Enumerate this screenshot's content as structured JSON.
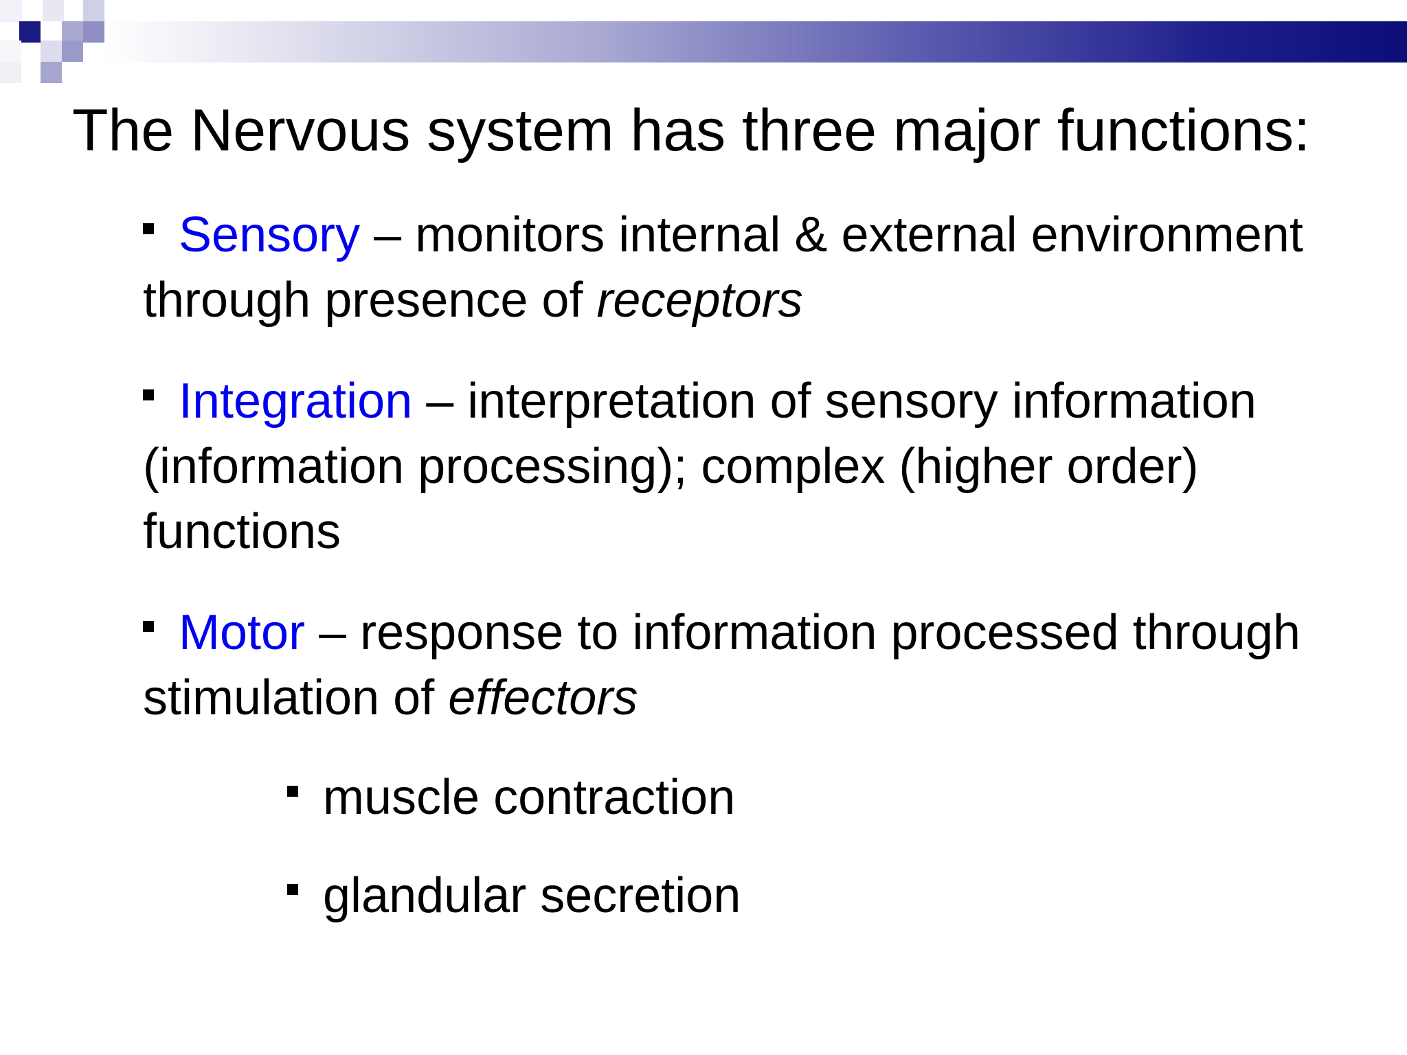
{
  "title": "The Nervous system has three major functions:",
  "bullets": [
    {
      "term": "Sensory",
      "text": " – monitors internal & external environment through presence of ",
      "emphasis": "receptors"
    },
    {
      "term": "Integration",
      "text": " – interpretation of sensory information (information processing); complex (higher order) functions"
    },
    {
      "term": "Motor",
      "text": " – response to information processed through stimulation of ",
      "emphasis": "effectors"
    }
  ],
  "sub_bullets": [
    "muscle contraction",
    "glandular secretion"
  ],
  "colors": {
    "term": "#0000ee",
    "header_dark": "#0d0d7a"
  },
  "icons": {
    "bullet": "square-bullet-icon"
  }
}
